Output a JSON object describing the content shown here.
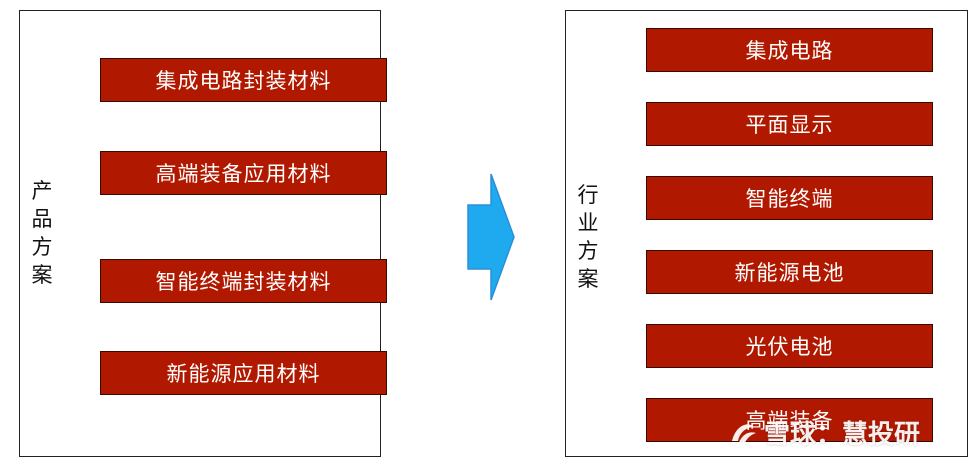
{
  "left_panel": {
    "label": [
      "产",
      "品",
      "方",
      "案"
    ],
    "items": [
      "集成电路封装材料",
      "高端装备应用材料",
      "智能终端封装材料",
      "新能源应用材料"
    ]
  },
  "right_panel": {
    "label": [
      "行",
      "业",
      "方",
      "案"
    ],
    "items": [
      "集成电路",
      "平面显示",
      "智能终端",
      "新能源电池",
      "光伏电池",
      "高端装备"
    ]
  },
  "watermark": {
    "text": "雪球：慧投研"
  },
  "colors": {
    "box_fill": "#b01900",
    "box_border": "#3a0a00",
    "arrow_fill": "#1fa9ef",
    "arrow_stroke": "#2a8fd8"
  }
}
